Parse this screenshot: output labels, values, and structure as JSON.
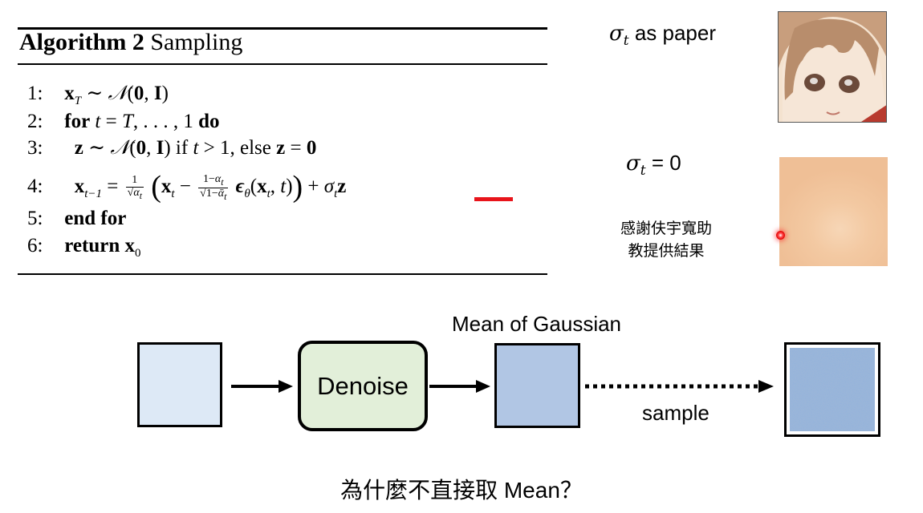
{
  "algorithm": {
    "title_bold": "Algorithm 2",
    "title_rest": "Sampling",
    "lines": [
      {
        "num": "1:",
        "text": "x_T ~ N(0, I)"
      },
      {
        "num": "2:",
        "text": "for t = T, . . . , 1 do"
      },
      {
        "num": "3:",
        "text": "z ~ N(0, I) if t > 1, else z = 0"
      },
      {
        "num": "4:",
        "text": "x_{t-1} = 1/sqrt(alpha_t) (x_t - (1-alpha_t)/sqrt(1-bar alpha_t) eps_theta(x_t, t)) + sigma_t z"
      },
      {
        "num": "5:",
        "text": "end for"
      },
      {
        "num": "6:",
        "text": "return x_0"
      }
    ],
    "highlight_color": "#e8141b"
  },
  "right_panel": {
    "label_paper_suffix": "as paper",
    "label_zero": "= 0",
    "thanks_line1": "感謝伕宇寬助",
    "thanks_line2": "教提供結果"
  },
  "flow": {
    "denoise_label": "Denoise",
    "mean_label": "Mean of Gaussian",
    "sample_label": "sample",
    "colors": {
      "input_fill": "#dde9f6",
      "denoise_fill": "#e2efd9",
      "mean_fill": "#b1c6e4",
      "noise_base": "#9db6d8"
    }
  },
  "question": "為什麼不直接取 Mean？"
}
